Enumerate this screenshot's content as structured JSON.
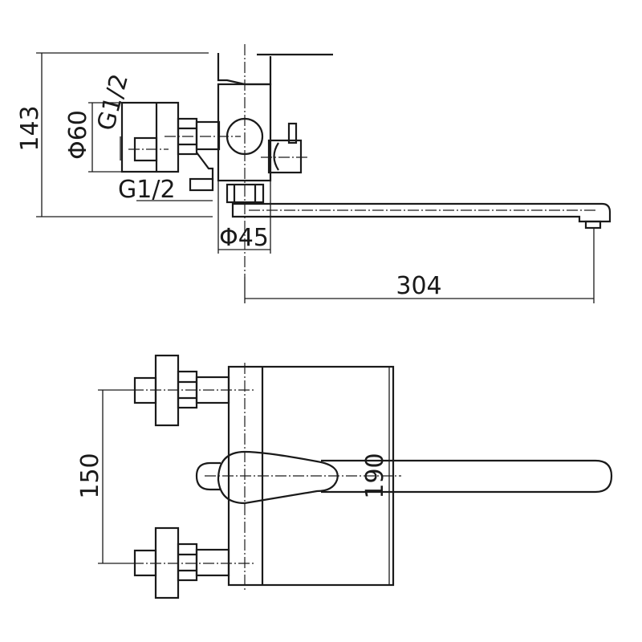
{
  "side_view": {
    "height_label": "143",
    "flange_diameter_label": "Φ60",
    "inlet_thread_label": "G1/2",
    "outlet_thread_label": "G1/2",
    "body_diameter_label": "Φ45",
    "spout_reach_label": "304"
  },
  "top_view": {
    "inlet_spacing_label": "150",
    "body_width_label": "190"
  }
}
